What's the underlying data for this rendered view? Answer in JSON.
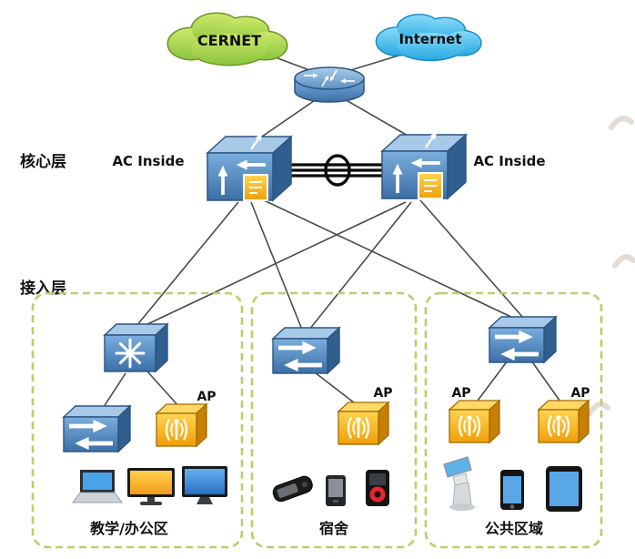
{
  "diagram_title": "campus-wlan-topology",
  "clouds": {
    "cernet": "CERNET",
    "internet": "Internet"
  },
  "labels": {
    "core_layer": "核心层",
    "access_layer": "接入层",
    "ac_inside_left": "AC Inside",
    "ac_inside_right": "AC Inside"
  },
  "zones": {
    "teaching": {
      "name": "教学/办公区",
      "ap": "AP"
    },
    "dorm": {
      "name": "宿舍",
      "ap": "AP"
    },
    "public": {
      "name": "公共区域",
      "ap_left": "AP",
      "ap_right": "AP"
    }
  },
  "colors": {
    "cloud_cernet": "#a6ce39",
    "cloud_internet": "#29abe2",
    "switch_blue": "#4a7eb5",
    "ap_gold": "#f7b733",
    "zone_border": "#b9cf6a",
    "link": "#4a4a4a"
  }
}
